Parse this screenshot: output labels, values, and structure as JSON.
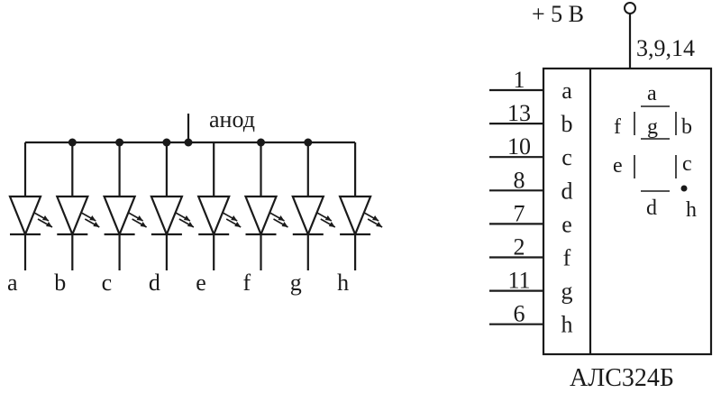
{
  "anode_label": "анод",
  "led_labels": [
    "a",
    "b",
    "c",
    "d",
    "e",
    "f",
    "g",
    "h"
  ],
  "supply_label": "+ 5 В",
  "common_pins": "3,9,14",
  "pins": [
    {
      "num": "1",
      "seg": "a"
    },
    {
      "num": "13",
      "seg": "b"
    },
    {
      "num": "10",
      "seg": "c"
    },
    {
      "num": "8",
      "seg": "d"
    },
    {
      "num": "7",
      "seg": "e"
    },
    {
      "num": "2",
      "seg": "f"
    },
    {
      "num": "11",
      "seg": "g"
    },
    {
      "num": "6",
      "seg": "h"
    }
  ],
  "segment_labels": {
    "a": "a",
    "b": "b",
    "c": "c",
    "d": "d",
    "e": "e",
    "f": "f",
    "g": "g",
    "h": "h"
  },
  "chip_name": "АЛС324Б"
}
